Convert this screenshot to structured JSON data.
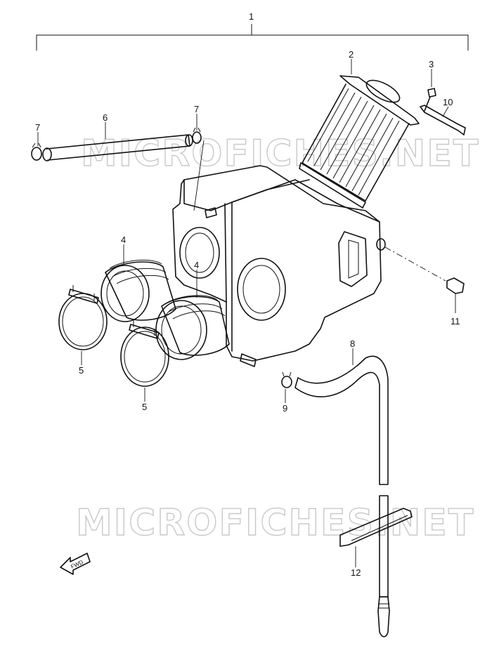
{
  "callouts": {
    "c1": "1",
    "c2": "2",
    "c3": "3",
    "c4a": "4",
    "c4b": "4",
    "c5a": "5",
    "c5b": "5",
    "c6": "6",
    "c7a": "7",
    "c7b": "7",
    "c8": "8",
    "c9": "9",
    "c10": "10",
    "c11": "11",
    "c12": "12"
  },
  "watermark": {
    "top": "MICROFICHES.NET",
    "bottom": "MICROFICHES.NET"
  },
  "fwd_label": "FWD",
  "colors": {
    "line": "#111111",
    "watermark": "#c9c9c9",
    "background": "#ffffff"
  }
}
